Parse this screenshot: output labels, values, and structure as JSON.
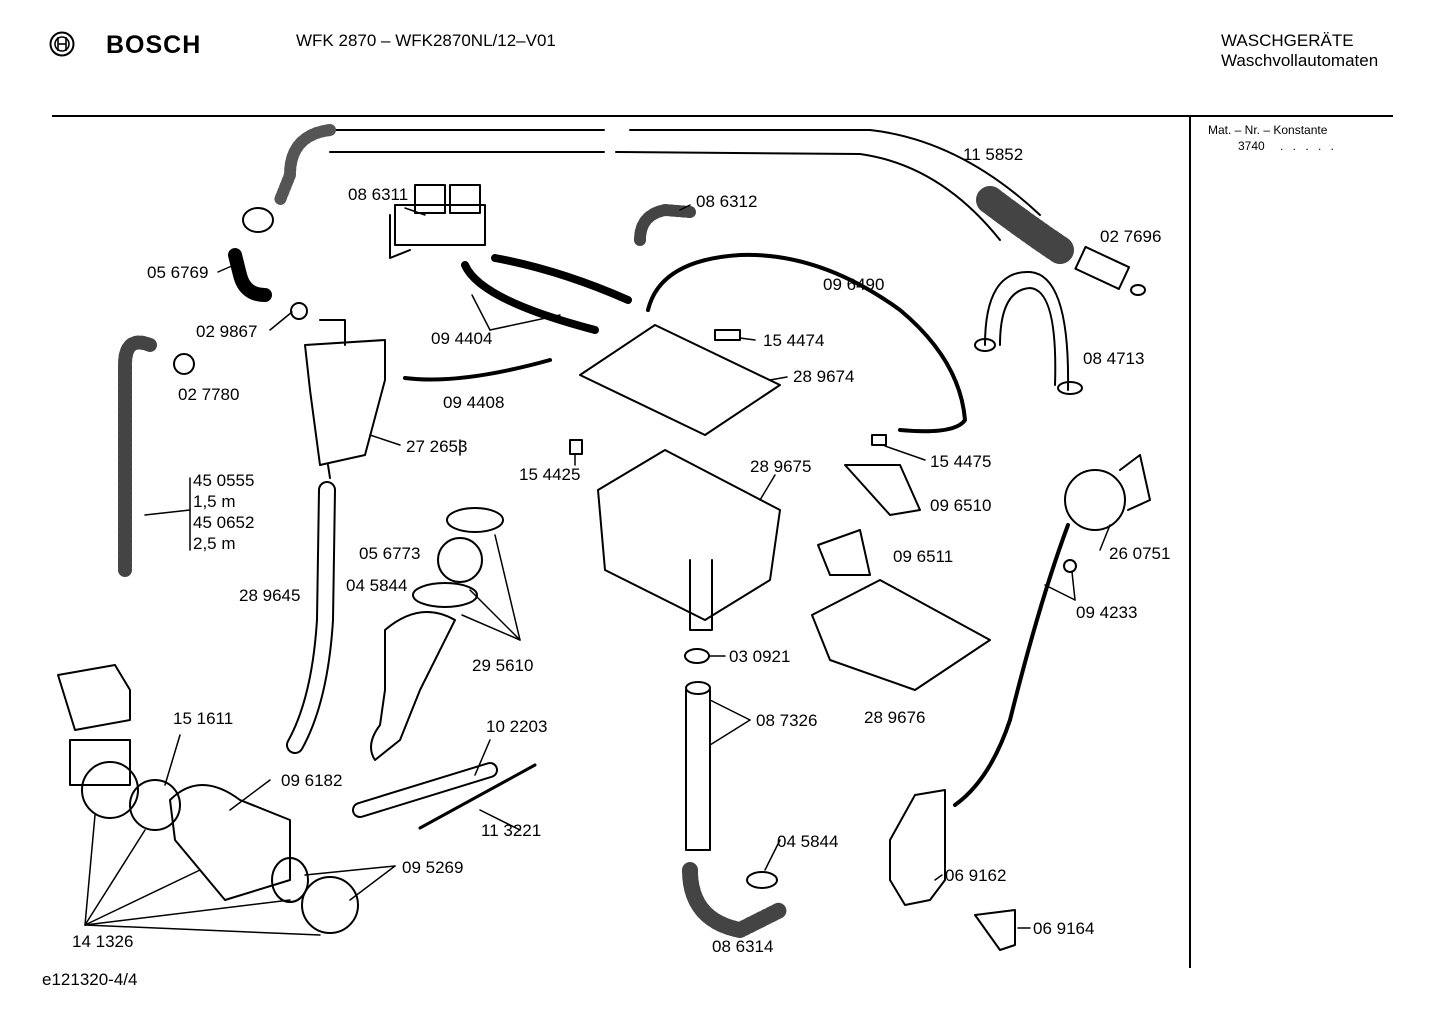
{
  "header": {
    "brand": "BOSCH",
    "model": "WFK 2870 – WFK2870NL/12–V01",
    "category_line1": "WASCHGERÄTE",
    "category_line2": "Waschvollautomaten"
  },
  "material": {
    "title": "Mat. – Nr. – Konstante",
    "value": "3740"
  },
  "footer": {
    "drawing_id": "e121320-4/4"
  },
  "parts": [
    "11 5852",
    "02 7696",
    "08 4713",
    "08 6311",
    "08 6312",
    "09 6490",
    "05 6769",
    "02 9867",
    "09 4404",
    "15 4474",
    "02 7780",
    "28 9674",
    "09 4408",
    "27 2653",
    "15 4425",
    "28 9675",
    "15 4475",
    "45 0555",
    "1,5 m",
    "45 0652",
    "2,5 m",
    "09 6510",
    "26 0751",
    "05 6773",
    "04 5844",
    "28 9645",
    "09 6511",
    "09 4233",
    "29 5610",
    "03 0921",
    "08 7326",
    "28 9676",
    "15 1611",
    "10 2203",
    "09 6182",
    "11 3221",
    "04 5844",
    "09 5269",
    "06 9162",
    "14 1326",
    "08 6314",
    "06 9164"
  ]
}
